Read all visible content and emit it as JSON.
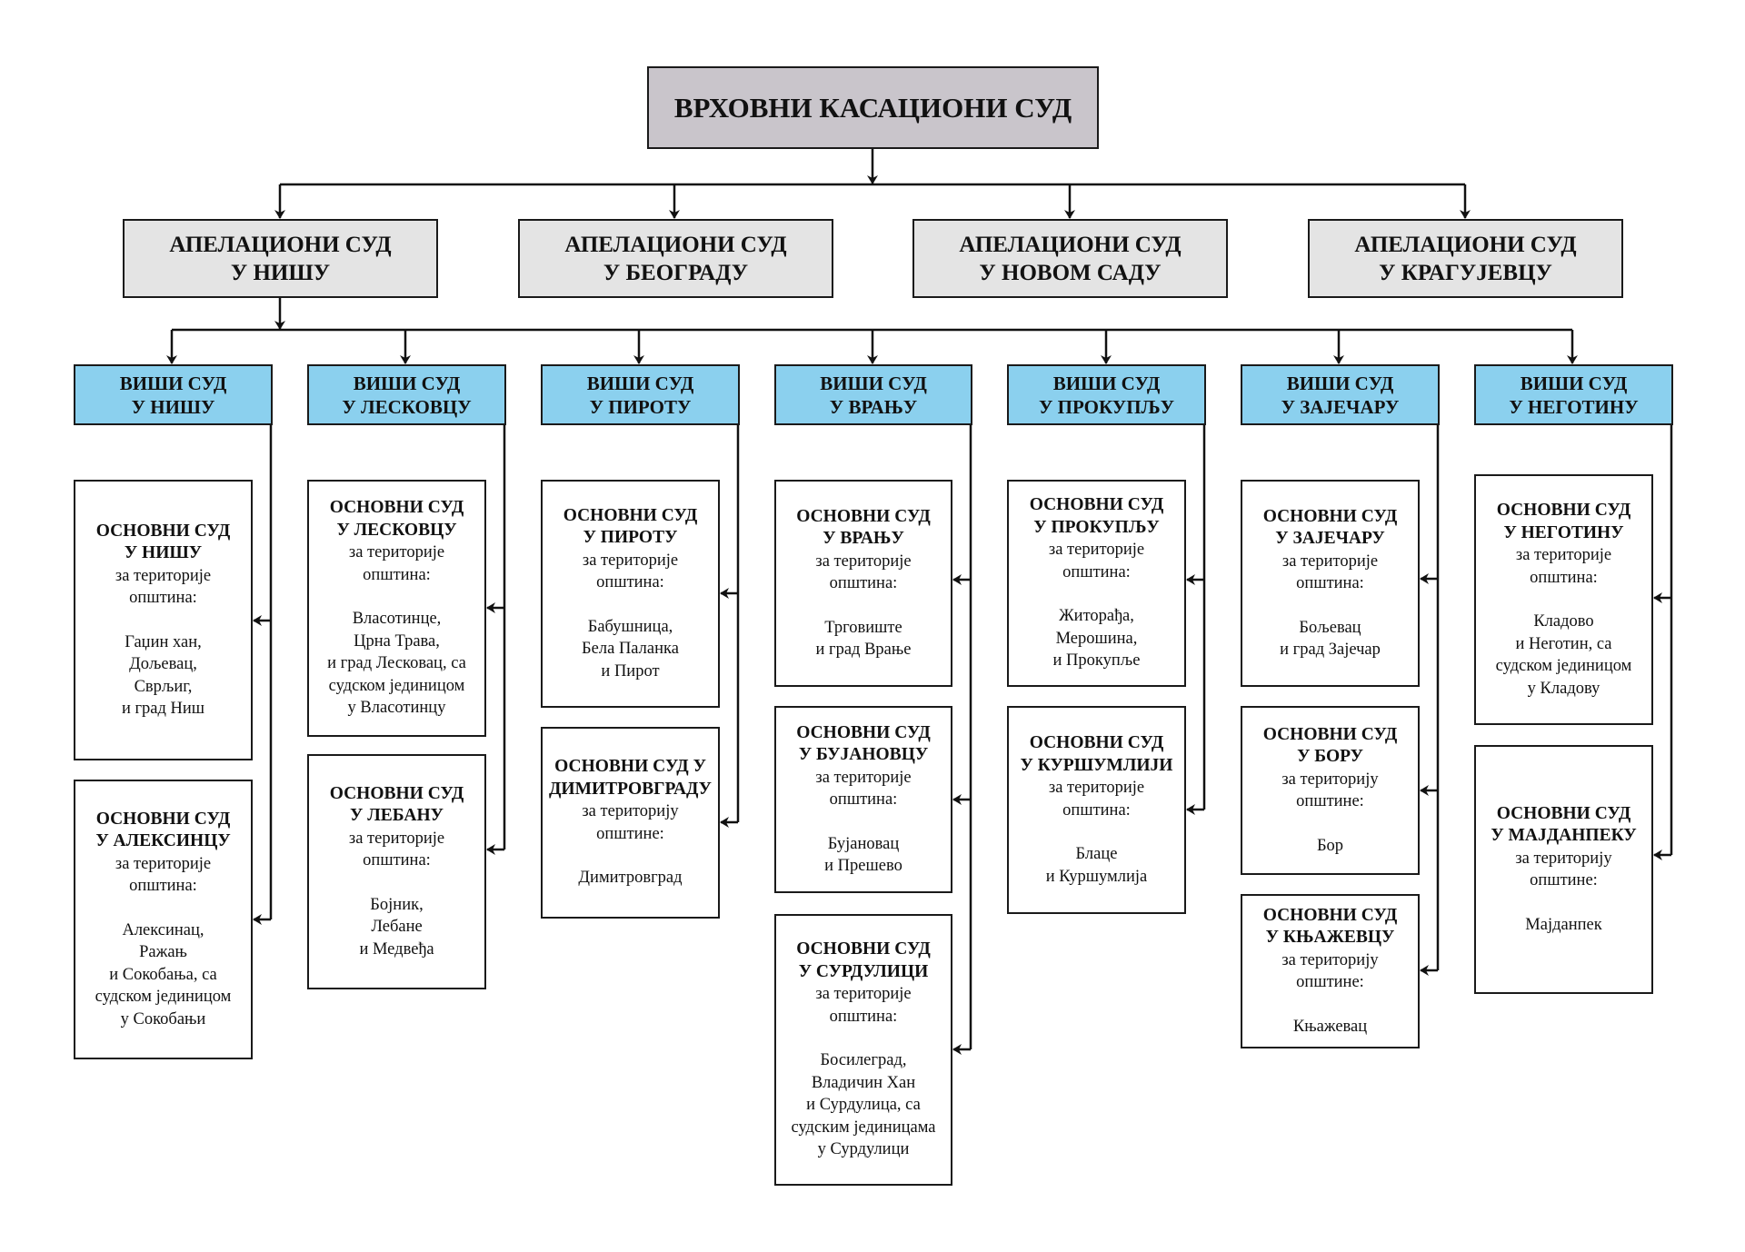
{
  "colors": {
    "supreme_fill": "#c9c5cb",
    "appeal_fill": "#e4e4e4",
    "higher_fill": "#8bd0ee",
    "basic_fill": "#ffffff",
    "stroke": "#1a1a1a"
  },
  "supreme": {
    "title": "ВРХОВНИ КАСАЦИОНИ СУД"
  },
  "appeal": [
    {
      "lines": [
        "АПЕЛАЦИОНИ СУД",
        "У НИШУ"
      ]
    },
    {
      "lines": [
        "АПЕЛАЦИОНИ СУД",
        "У БЕОГРАДУ"
      ]
    },
    {
      "lines": [
        "АПЕЛАЦИОНИ СУД",
        "У НОВОМ САДУ"
      ]
    },
    {
      "lines": [
        "АПЕЛАЦИОНИ СУД",
        "У КРАГУЈЕВЦУ"
      ]
    }
  ],
  "higher": [
    {
      "lines": [
        "ВИШИ СУД",
        "У НИШУ"
      ],
      "basic": [
        {
          "name": [
            "ОСНОВНИ СУД",
            "У НИШУ"
          ],
          "scope": [
            "за територије",
            "општина:"
          ],
          "areas": [
            "Гаџин хан,",
            "Дољевац,",
            "Сврљиг,",
            "и град Ниш"
          ]
        },
        {
          "name": [
            "ОСНОВНИ СУД",
            "У АЛЕКСИНЦУ"
          ],
          "scope": [
            "за територије",
            "општина:"
          ],
          "areas": [
            "Алексинац,",
            "Ражањ",
            "и Сокобања, са",
            "судском јединицом",
            "у Сокобањи"
          ]
        }
      ]
    },
    {
      "lines": [
        "ВИШИ СУД",
        "У ЛЕСКОВЦУ"
      ],
      "basic": [
        {
          "name": [
            "ОСНОВНИ СУД",
            "У ЛЕСКОВЦУ"
          ],
          "scope": [
            "за територије",
            "општина:"
          ],
          "areas": [
            "Власотинце,",
            "Црна Трава,",
            "и град Лесковац, са",
            "судском јединицом",
            "у Власотинцу"
          ]
        },
        {
          "name": [
            "ОСНОВНИ СУД",
            "У ЛЕБАНУ"
          ],
          "scope": [
            "за територије",
            "општина:"
          ],
          "areas": [
            "Бојник,",
            "Лебане",
            "и Медвеђа"
          ]
        }
      ]
    },
    {
      "lines": [
        "ВИШИ СУД",
        "У ПИРОТУ"
      ],
      "basic": [
        {
          "name": [
            "ОСНОВНИ СУД",
            "У ПИРОТУ"
          ],
          "scope": [
            "за територије",
            "општина:"
          ],
          "areas": [
            "Бабушница,",
            "Бела Паланка",
            "и Пирот"
          ]
        },
        {
          "name": [
            "ОСНОВНИ СУД У",
            "ДИМИТРОВГРАДУ"
          ],
          "scope": [
            "за територију",
            "општине:"
          ],
          "areas": [
            "Димитровград"
          ]
        }
      ]
    },
    {
      "lines": [
        "ВИШИ СУД",
        "У ВРАЊУ"
      ],
      "basic": [
        {
          "name": [
            "ОСНОВНИ СУД",
            "У ВРАЊУ"
          ],
          "scope": [
            "за територије",
            "општина:"
          ],
          "areas": [
            "Трговиште",
            "и град Врање"
          ]
        },
        {
          "name": [
            "ОСНОВНИ СУД",
            "У БУЈАНОВЦУ"
          ],
          "scope": [
            "за територије",
            "општина:"
          ],
          "areas": [
            "Бујановац",
            "и Прешево"
          ]
        },
        {
          "name": [
            "ОСНОВНИ СУД",
            "У СУРДУЛИЦИ"
          ],
          "scope": [
            "за територије",
            "општина:"
          ],
          "areas": [
            "Босилеград,",
            "Владичин Хан",
            "и Сурдулица, са",
            "судским јединицама",
            "у Сурдулици"
          ]
        }
      ]
    },
    {
      "lines": [
        "ВИШИ СУД",
        "У ПРОКУПЉУ"
      ],
      "basic": [
        {
          "name": [
            "ОСНОВНИ СУД",
            "У ПРОКУПЉУ"
          ],
          "scope": [
            "за територије",
            "општина:"
          ],
          "areas": [
            "Житорађа,",
            "Мерошина,",
            "и Прокупље"
          ]
        },
        {
          "name": [
            "ОСНОВНИ СУД",
            "У КУРШУМЛИЈИ"
          ],
          "scope": [
            "за територије",
            "општина:"
          ],
          "areas": [
            "Блаце",
            "и Куршумлија"
          ]
        }
      ]
    },
    {
      "lines": [
        "ВИШИ СУД",
        "У ЗАЈЕЧАРУ"
      ],
      "basic": [
        {
          "name": [
            "ОСНОВНИ СУД",
            "У ЗАЈЕЧАРУ"
          ],
          "scope": [
            "за територије",
            "општина:"
          ],
          "areas": [
            "Бољевац",
            "и град Зајечар"
          ]
        },
        {
          "name": [
            "ОСНОВНИ СУД",
            "У БОРУ"
          ],
          "scope": [
            "за територију",
            "општине:"
          ],
          "areas": [
            "Бор"
          ]
        },
        {
          "name": [
            "ОСНОВНИ СУД",
            "У КЊАЖЕВЦУ"
          ],
          "scope": [
            "за територију",
            "општине:"
          ],
          "areas": [
            "Књажевац"
          ]
        }
      ]
    },
    {
      "lines": [
        "ВИШИ СУД",
        "У НЕГОТИНУ"
      ],
      "basic": [
        {
          "name": [
            "ОСНОВНИ СУД",
            "У НЕГОТИНУ"
          ],
          "scope": [
            "за територије",
            "општина:"
          ],
          "areas": [
            "Кладово",
            "и Неготин, са",
            "судском јединицом",
            "у Кладову"
          ]
        },
        {
          "name": [
            "ОСНОВНИ СУД",
            "У МАЈДАНПЕКУ"
          ],
          "scope": [
            "за територију",
            "општине:"
          ],
          "areas": [
            "Мајданпек"
          ]
        }
      ]
    }
  ]
}
